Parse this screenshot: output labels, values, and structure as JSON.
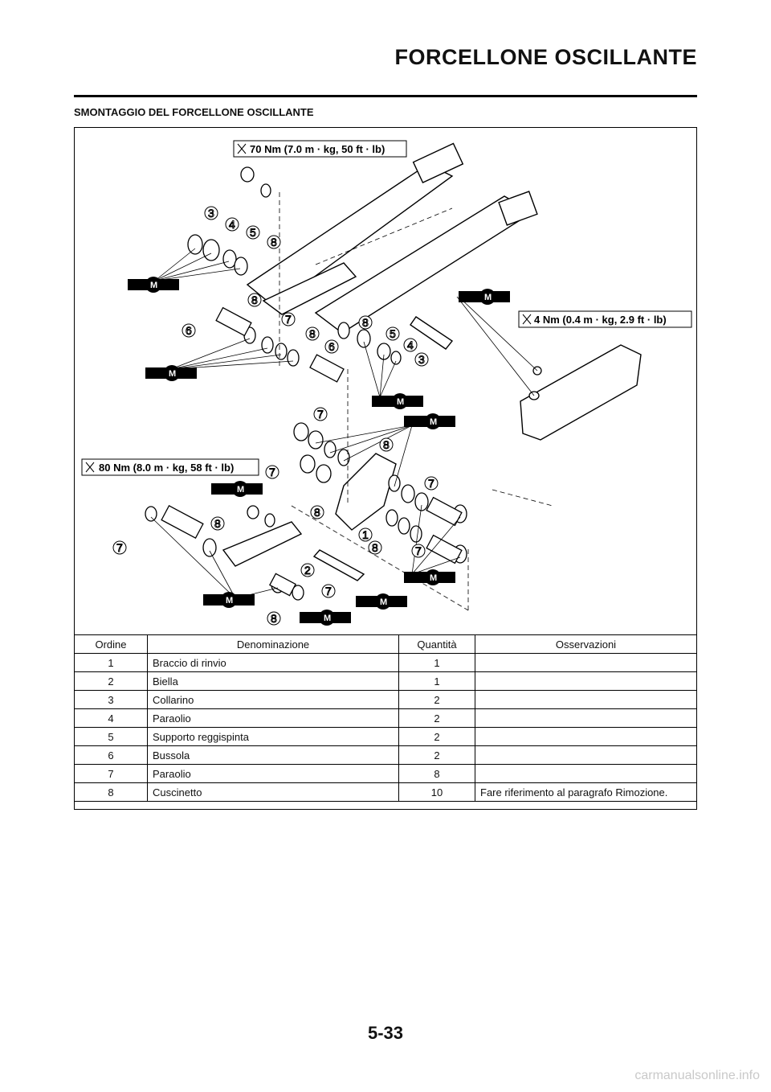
{
  "header": {
    "title": "FORCELLONE OSCILLANTE"
  },
  "section": {
    "title": "SMONTAGGIO DEL FORCELLONE OSCILLANTE"
  },
  "diagram": {
    "torques": [
      "70 Nm (7.0 m · kg, 50 ft · lb)",
      "4 Nm (0.4 m · kg, 2.9 ft · lb)",
      "80 Nm (8.0 m · kg, 58 ft · lb)"
    ],
    "grease_symbol": "M",
    "callouts": [
      "1",
      "2",
      "3",
      "4",
      "5",
      "6",
      "7",
      "8"
    ]
  },
  "table": {
    "headers": [
      "Ordine",
      "Denominazione",
      "Quantità",
      "Osservazioni"
    ],
    "rows": [
      [
        "1",
        "Braccio di rinvio",
        "1",
        ""
      ],
      [
        "2",
        "Biella",
        "1",
        ""
      ],
      [
        "3",
        "Collarino",
        "2",
        ""
      ],
      [
        "4",
        "Paraolio",
        "2",
        ""
      ],
      [
        "5",
        "Supporto reggispinta",
        "2",
        ""
      ],
      [
        "6",
        "Bussola",
        "2",
        ""
      ],
      [
        "7",
        "Paraolio",
        "8",
        ""
      ],
      [
        "8",
        "Cuscinetto",
        "10",
        "Fare riferimento al paragrafo Rimozione."
      ]
    ]
  },
  "footer": {
    "page_number": "5-33",
    "watermark": "carmanualsonline.info"
  }
}
